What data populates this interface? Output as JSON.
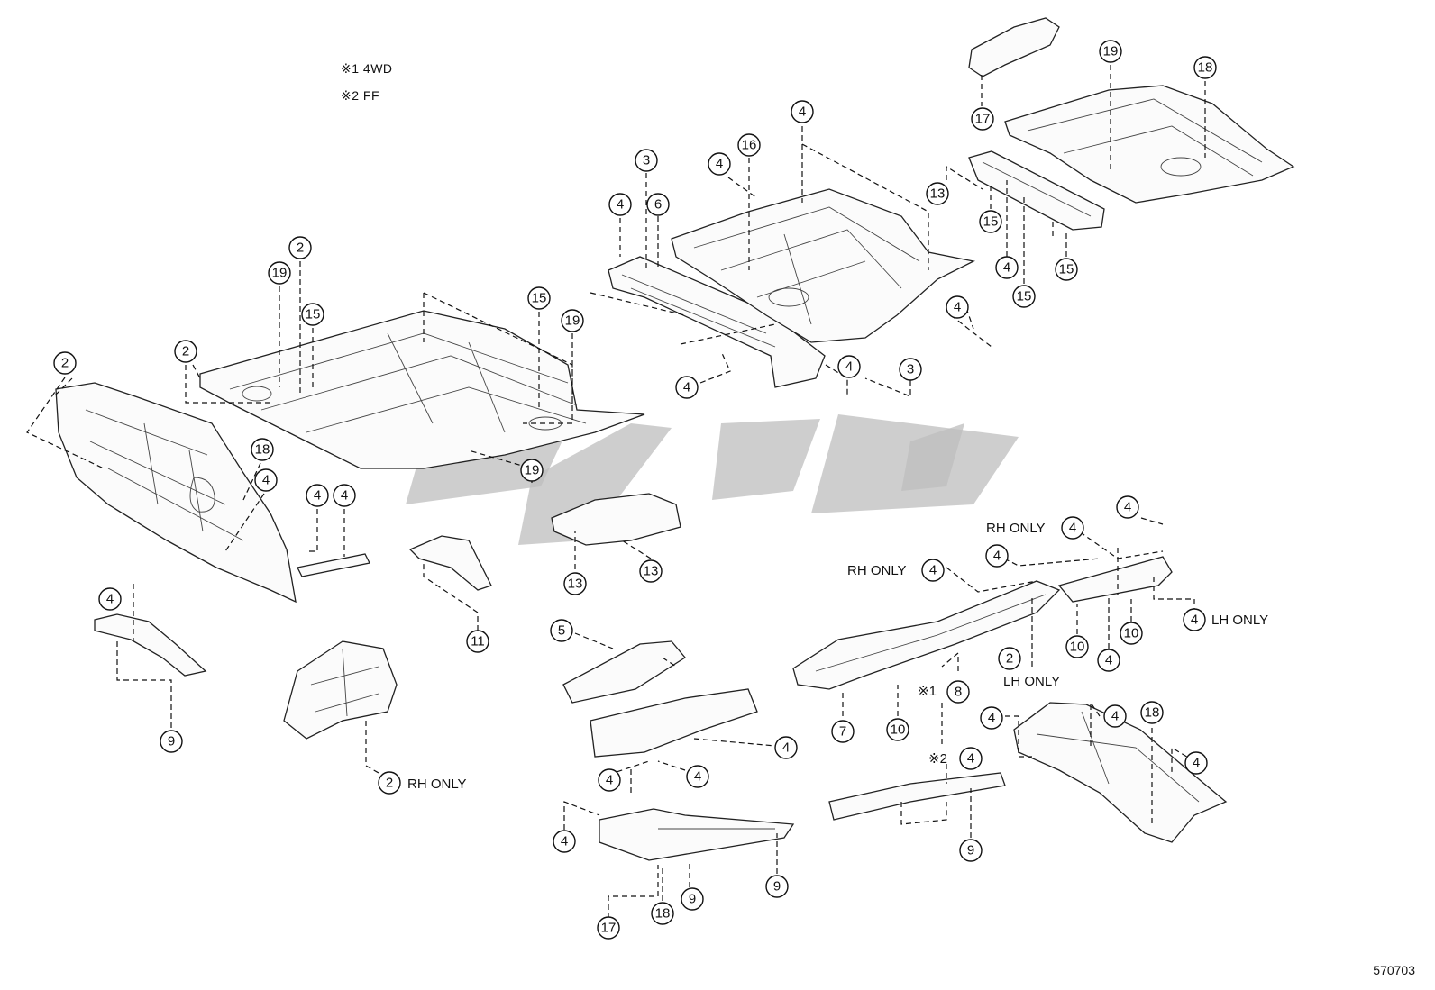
{
  "notes": [
    "※1  4WD",
    "※2  FF"
  ],
  "reference_number": "570703",
  "labels": {
    "rh_only": "RH ONLY",
    "lh_only": "LH ONLY",
    "note1": "※1",
    "note2": "※2"
  },
  "callouts": [
    {
      "id": "c1",
      "num": "2"
    },
    {
      "id": "c2",
      "num": "2"
    },
    {
      "id": "c3",
      "num": "2"
    },
    {
      "id": "c4",
      "num": "19"
    },
    {
      "id": "c5",
      "num": "15"
    },
    {
      "id": "c6",
      "num": "15"
    },
    {
      "id": "c7",
      "num": "19"
    },
    {
      "id": "c8",
      "num": "19"
    },
    {
      "id": "c9",
      "num": "18"
    },
    {
      "id": "c10",
      "num": "4"
    },
    {
      "id": "c11",
      "num": "4"
    },
    {
      "id": "c12",
      "num": "4"
    },
    {
      "id": "c13",
      "num": "11"
    },
    {
      "id": "c14",
      "num": "13"
    },
    {
      "id": "c15",
      "num": "13"
    },
    {
      "id": "c16",
      "num": "4"
    },
    {
      "id": "c17",
      "num": "9"
    },
    {
      "id": "c18",
      "num": "2"
    },
    {
      "id": "c19",
      "num": "3"
    },
    {
      "id": "c20",
      "num": "6"
    },
    {
      "id": "c21",
      "num": "4"
    },
    {
      "id": "c22",
      "num": "4"
    },
    {
      "id": "c23",
      "num": "4"
    },
    {
      "id": "c24",
      "num": "3"
    },
    {
      "id": "c25",
      "num": "4"
    },
    {
      "id": "c26",
      "num": "16"
    },
    {
      "id": "c27",
      "num": "4"
    },
    {
      "id": "c28",
      "num": "4"
    },
    {
      "id": "c29",
      "num": "17"
    },
    {
      "id": "c30",
      "num": "19"
    },
    {
      "id": "c31",
      "num": "18"
    },
    {
      "id": "c32",
      "num": "13"
    },
    {
      "id": "c33",
      "num": "15"
    },
    {
      "id": "c34",
      "num": "4"
    },
    {
      "id": "c35",
      "num": "15"
    },
    {
      "id": "c36",
      "num": "15"
    },
    {
      "id": "c37",
      "num": "5"
    },
    {
      "id": "c38",
      "num": "4"
    },
    {
      "id": "c39",
      "num": "4"
    },
    {
      "id": "c40",
      "num": "4"
    },
    {
      "id": "c41",
      "num": "4"
    },
    {
      "id": "c42",
      "num": "9"
    },
    {
      "id": "c43",
      "num": "18"
    },
    {
      "id": "c44",
      "num": "9"
    },
    {
      "id": "c45",
      "num": "17"
    },
    {
      "id": "c46",
      "num": "4"
    },
    {
      "id": "c47",
      "num": "4"
    },
    {
      "id": "c48",
      "num": "4"
    },
    {
      "id": "c49",
      "num": "4"
    },
    {
      "id": "c50",
      "num": "10"
    },
    {
      "id": "c51",
      "num": "4"
    },
    {
      "id": "c52",
      "num": "10"
    },
    {
      "id": "c53",
      "num": "4"
    },
    {
      "id": "c54",
      "num": "2"
    },
    {
      "id": "c55",
      "num": "8"
    },
    {
      "id": "c56",
      "num": "7"
    },
    {
      "id": "c57",
      "num": "10"
    },
    {
      "id": "c58",
      "num": "4"
    },
    {
      "id": "c59",
      "num": "9"
    },
    {
      "id": "c60",
      "num": "4"
    },
    {
      "id": "c61",
      "num": "4"
    },
    {
      "id": "c62",
      "num": "18"
    },
    {
      "id": "c63",
      "num": "4"
    }
  ]
}
